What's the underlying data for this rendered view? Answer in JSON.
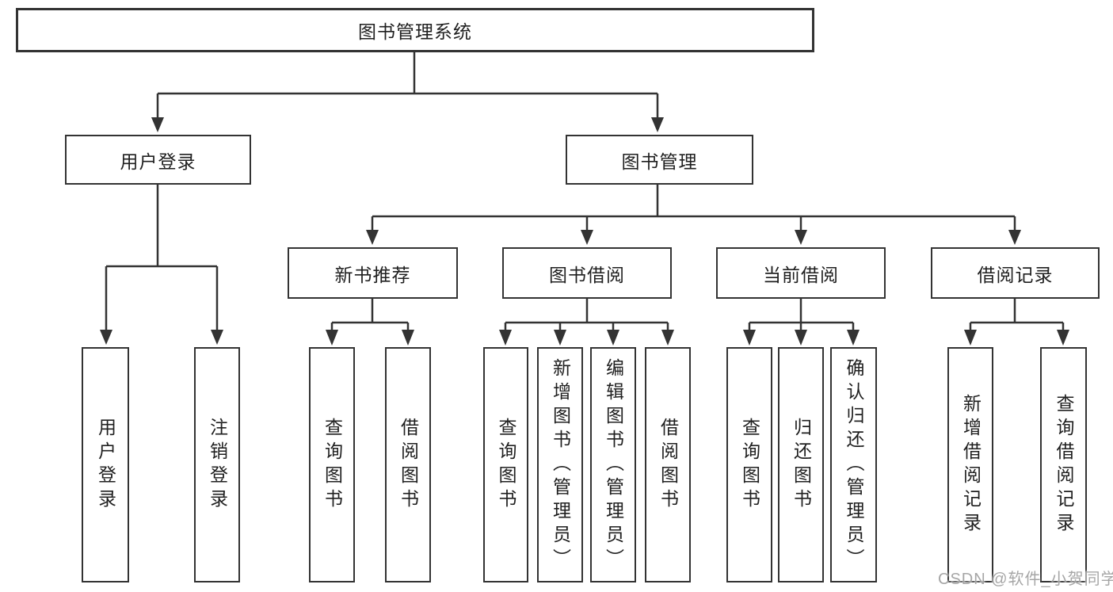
{
  "diagram": {
    "root": {
      "label": "图书管理系统"
    },
    "branches": {
      "login": {
        "label": "用户登录",
        "children": [
          {
            "label": "用户登录"
          },
          {
            "label": "注销登录"
          }
        ]
      },
      "management": {
        "label": "图书管理",
        "groups": [
          {
            "label": "新书推荐",
            "children": [
              {
                "label": "查询图书"
              },
              {
                "label": "借阅图书"
              }
            ]
          },
          {
            "label": "图书借阅",
            "children": [
              {
                "label": "查询图书"
              },
              {
                "label": "新增图书（管理员）"
              },
              {
                "label": "编辑图书（管理员）"
              },
              {
                "label": "借阅图书"
              }
            ]
          },
          {
            "label": "当前借阅",
            "children": [
              {
                "label": "查询图书"
              },
              {
                "label": "归还图书"
              },
              {
                "label": "确认归还（管理员）"
              }
            ]
          },
          {
            "label": "借阅记录",
            "children": [
              {
                "label": "新增借阅记录"
              },
              {
                "label": "查询借阅记录"
              }
            ]
          }
        ]
      }
    }
  },
  "watermark": {
    "text": "CSDN @软件_小贺同学"
  },
  "colors": {
    "line": "#333333",
    "text": "#1f1f1f",
    "watermark": "#9e9e9e",
    "background": "#ffffff"
  }
}
